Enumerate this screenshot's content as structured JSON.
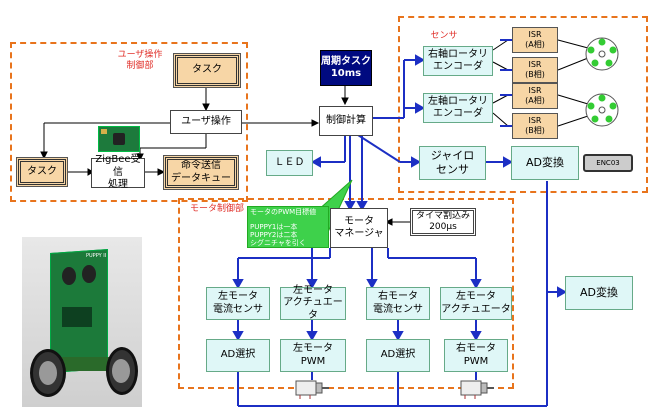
{
  "regions": {
    "user_ctrl": "ユーザ操作\n制御部",
    "sensor": "センサ",
    "motor_ctrl": "モータ制御部"
  },
  "blocks": {
    "task_top": "タスク",
    "task_left": "タスク",
    "user_op": "ユーザ操作",
    "zigbee": "ZigBee受信\n処理",
    "cmd_queue": "命令送信\nデータキュー",
    "period_task": "周期タスク\n10ms",
    "control_calc": "制御計算",
    "led": "ＬＥＤ",
    "right_encoder": "右軸ロータリ\nエンコーダ",
    "left_encoder": "左軸ロータリ\nエンコーダ",
    "isr_a1": "ISR\n(A相)",
    "isr_b1": "ISR\n(B相)",
    "isr_a2": "ISR\n(A相)",
    "isr_b2": "ISR\n(B相)",
    "gyro": "ジャイロ\nセンサ",
    "ad_conv_top": "AD変換",
    "enc03": "ENC03",
    "pwm_note": "モータのPWM目標値\n\nPUPPY1は一本\nPUPPY2は二本\nシグニチャを引く",
    "motor_manager": "モータ\nマネージャ",
    "timer_irq": "タイマ割込み\n200μs",
    "left_current": "左モータ\n電流センサ",
    "left_actuator_1": "左モータ\nアクチュエータ",
    "right_current": "右モータ\n電流センサ",
    "left_actuator_2": "左モータ\nアクチュエータ",
    "ad_select_1": "AD選択",
    "left_pwm": "左モータ\nPWM",
    "ad_select_2": "AD選択",
    "right_pwm": "右モータ\nPWM",
    "ad_conv_right": "AD変換",
    "robot_label": "PUPPY II"
  },
  "colors": {
    "region_border": "#e8741c",
    "region_title": "#e0302a",
    "blue_line": "#1c2fc4",
    "navy": "#000a80"
  }
}
